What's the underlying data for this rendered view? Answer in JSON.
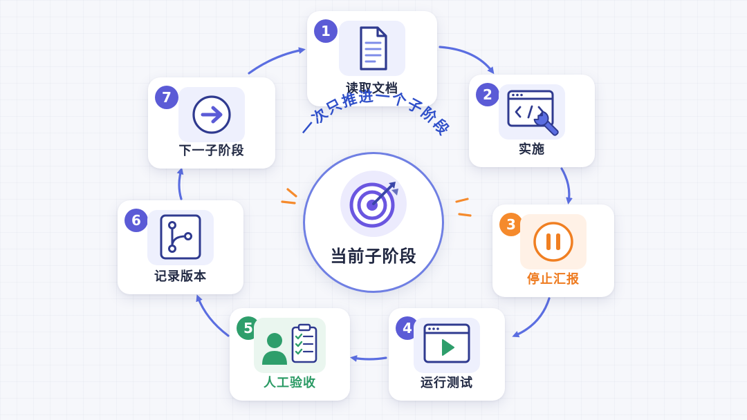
{
  "center": {
    "caption": "一次只推进一个子阶段",
    "title": "当前子阶段",
    "icon": "target-arrow-icon"
  },
  "steps": [
    {
      "number": "1",
      "label": "读取文档",
      "icon": "document-icon",
      "badge_color": "#5b5bd6",
      "label_color": "#222a44"
    },
    {
      "number": "2",
      "label": "实施",
      "icon": "code-wrench-icon",
      "badge_color": "#5b5bd6",
      "label_color": "#222a44"
    },
    {
      "number": "3",
      "label": "停止汇报",
      "icon": "pause-icon",
      "badge_color": "#f58a2c",
      "label_color": "#ee7a1e"
    },
    {
      "number": "4",
      "label": "运行测试",
      "icon": "play-window-icon",
      "badge_color": "#5b5bd6",
      "label_color": "#222a44"
    },
    {
      "number": "5",
      "label": "人工验收",
      "icon": "person-checklist-icon",
      "badge_color": "#2e9e6b",
      "label_color": "#2a9a64"
    },
    {
      "number": "6",
      "label": "记录版本",
      "icon": "branch-icon",
      "badge_color": "#5b5bd6",
      "label_color": "#222a44"
    },
    {
      "number": "7",
      "label": "下一子阶段",
      "icon": "arrow-right-circle-icon",
      "badge_color": "#5b5bd6",
      "label_color": "#222a44"
    }
  ],
  "colors": {
    "primary": "#5b5bd6",
    "arrow": "#5b6ee1",
    "orange": "#f58a2c",
    "green": "#2e9e6b",
    "tile_bg": "#eef0fd"
  }
}
